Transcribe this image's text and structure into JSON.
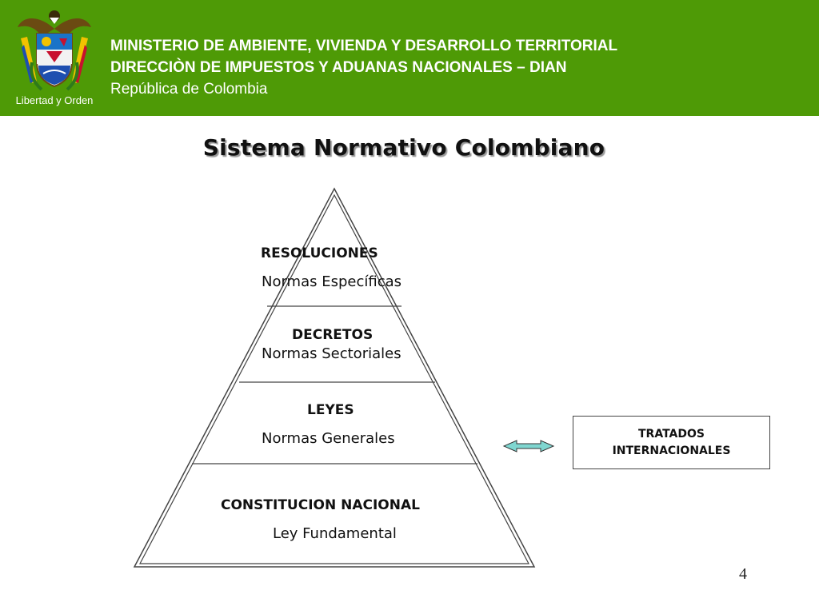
{
  "header": {
    "line1": "MINISTERIO DE AMBIENTE, VIVIENDA Y DESARROLLO TERRITORIAL",
    "line2": "DIRECCIÒN DE IMPUESTOS Y ADUANAS NACIONALES – DIAN",
    "line3": "República de Colombia",
    "emblem_motto": "Libertad y Orden",
    "background_color": "#4e9a06"
  },
  "slide": {
    "title": "Sistema Normativo Colombiano",
    "page_number": "4"
  },
  "pyramid": {
    "levels": [
      {
        "heading": "RESOLUCIONES",
        "subheading": "Normas Específicas"
      },
      {
        "heading": "DECRETOS",
        "subheading": "Normas Sectoriales"
      },
      {
        "heading": "LEYES",
        "subheading": "Normas Generales"
      },
      {
        "heading": "CONSTITUCION NACIONAL",
        "subheading": "Ley Fundamental"
      }
    ]
  },
  "side_box": {
    "line1": "TRATADOS",
    "line2": "INTERNACIONALES"
  },
  "arrow_color": "#7fd6d0"
}
